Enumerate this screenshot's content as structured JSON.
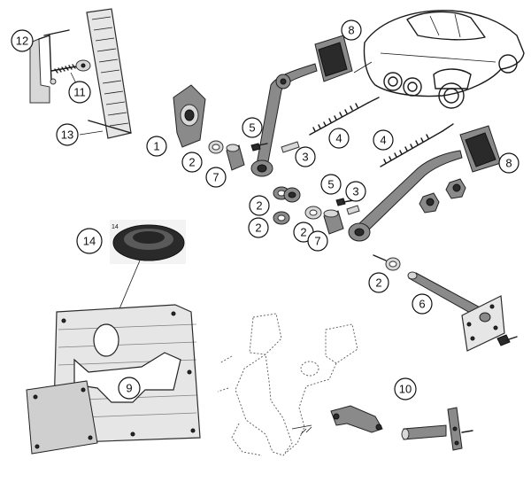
{
  "diagram": {
    "callouts": [
      {
        "label": "1"
      },
      {
        "label": "2"
      },
      {
        "label": "2"
      },
      {
        "label": "2"
      },
      {
        "label": "2"
      },
      {
        "label": "2"
      },
      {
        "label": "3"
      },
      {
        "label": "3"
      },
      {
        "label": "4"
      },
      {
        "label": "4"
      },
      {
        "label": "5"
      },
      {
        "label": "5"
      },
      {
        "label": "6"
      },
      {
        "label": "7"
      },
      {
        "label": "7"
      },
      {
        "label": "8"
      },
      {
        "label": "8"
      },
      {
        "label": "9"
      },
      {
        "label": "10"
      },
      {
        "label": "11"
      },
      {
        "label": "12"
      },
      {
        "label": "13"
      },
      {
        "label": "14"
      }
    ],
    "inset_small_label": "14"
  }
}
